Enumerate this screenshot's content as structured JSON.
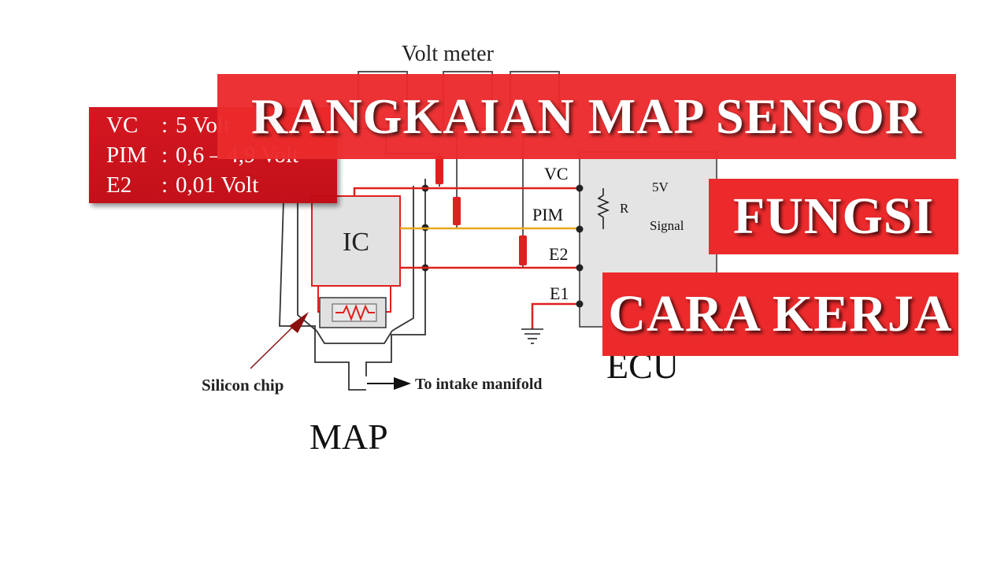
{
  "title": "RANGKAIAN MAP SENSOR",
  "side_banners": [
    "FUNGSI",
    "CARA KERJA"
  ],
  "voltage_table": [
    {
      "terminal": "VC",
      "separator": ":",
      "value": "5 Volt"
    },
    {
      "terminal": "PIM",
      "separator": ":",
      "value": "0,6 – 4,9 Volt"
    },
    {
      "terminal": "E2",
      "separator": ":",
      "value": "0,01 Volt"
    }
  ],
  "diagram": {
    "voltmeter_label": "Volt meter",
    "ic_label": "IC",
    "silicon_chip_label": "Silicon chip",
    "intake_label": "To intake manifold",
    "map_label": "MAP",
    "ecu_label": "ECU",
    "terminals": [
      "VC",
      "PIM",
      "E2",
      "E1"
    ],
    "ecu_5v": "5V",
    "resistor_label": "R",
    "signal_label": "Signal"
  },
  "colors": {
    "banner": "#ec2a2c",
    "voltage_box": "#c80c15",
    "wire_red": "#e0201e",
    "wire_signal": "#e8a820",
    "ecu_fill": "#e4e4e4"
  }
}
